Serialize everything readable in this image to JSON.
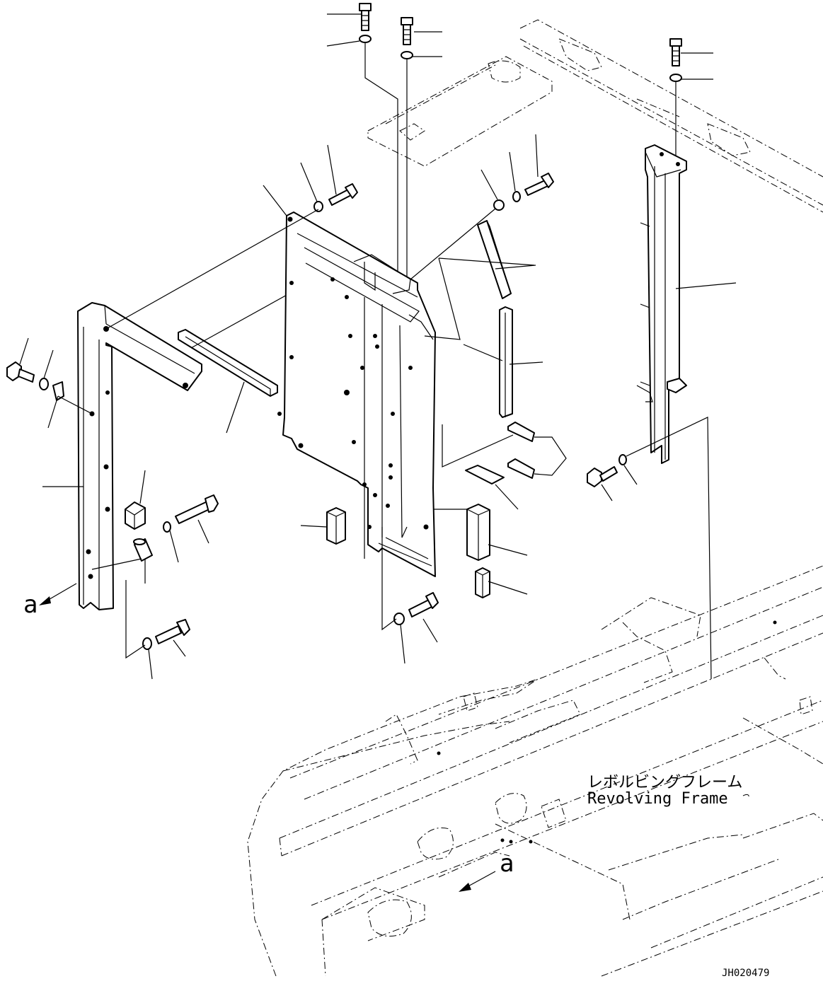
{
  "frame_label": {
    "japanese": "レボルビングフレーム",
    "english": "Revolving Frame"
  },
  "view_marker": "a",
  "drawing_number": "JH020479"
}
